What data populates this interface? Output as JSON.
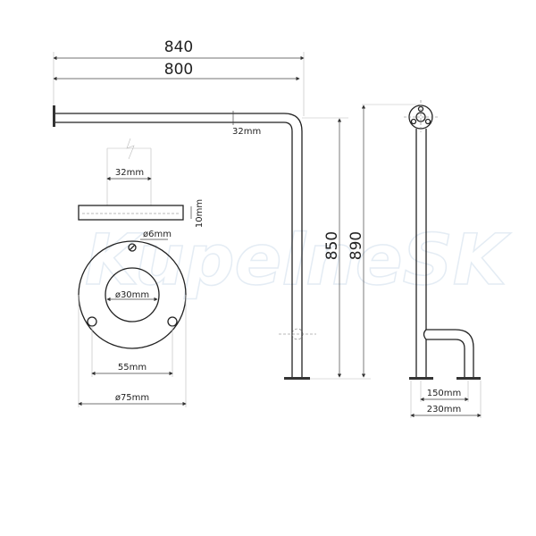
{
  "watermark": "KupelneSK",
  "dimensions": {
    "total_length": "840",
    "arm_length": "800",
    "pipe_diameter": "32mm",
    "height_to_axis": "850",
    "total_height": "890",
    "plate_pipe_width": "32mm",
    "plate_thickness": "10mm",
    "hole_diameter": "ø6mm",
    "inner_diameter": "ø30mm",
    "hole_spacing": "55mm",
    "plate_diameter": "ø75mm",
    "foot_inner": "150mm",
    "foot_outer": "230mm"
  }
}
